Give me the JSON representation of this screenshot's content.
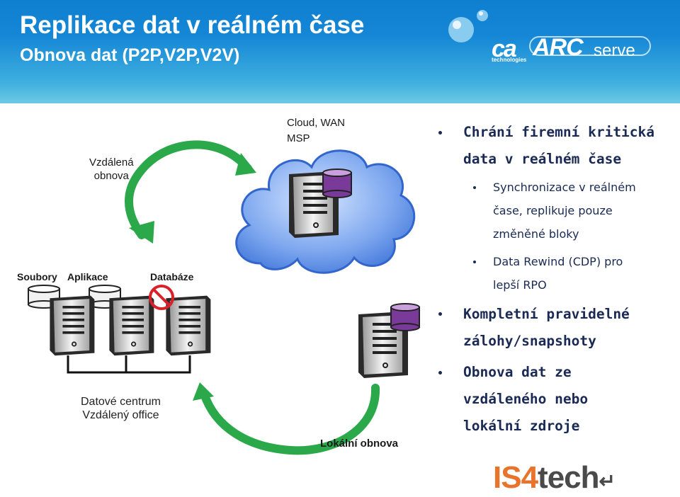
{
  "header": {
    "title": "Replikace dat v reálném čase",
    "subtitle": "Obnova dat  (P2P,V2P,V2V)",
    "logo_ca": "ca",
    "logo_ca_sub": "technologies",
    "logo_arc": "ARC",
    "logo_serve": "serve"
  },
  "diagram": {
    "remote_recovery": [
      "Vzdálená",
      "obnova"
    ],
    "cloud_label": [
      "Cloud, WAN",
      "MSP"
    ],
    "files": "Soubory",
    "apps": "Aplikace",
    "db": "Databáze",
    "datacenter": [
      "Datové centrum",
      "Vzdálený office"
    ],
    "local_recovery": "Lokální obnova"
  },
  "bullets": [
    {
      "level": 1,
      "lines": [
        "Chrání firemní kritická",
        "data v reálném čase"
      ]
    },
    {
      "level": 2,
      "lines": [
        "Synchronizace v reálném",
        "čase, replikuje pouze",
        "změněné bloky"
      ]
    },
    {
      "level": 2,
      "lines": [
        "Data Rewind (CDP) pro",
        "lepší RPO"
      ]
    },
    {
      "level": 1,
      "lines": [
        "Kompletní pravidelné",
        "zálohy/snapshoty"
      ]
    },
    {
      "level": 1,
      "lines": [
        "Obnova dat ze",
        "vzdáleného nebo",
        "lokální zdroje"
      ]
    }
  ],
  "footer": {
    "brand_a": "IS4",
    "brand_b": "tech"
  },
  "colors": {
    "header": "#1587d6",
    "arrow": "#2aa84a",
    "cloud": "#5a8fe0",
    "db": "#7a3a9a",
    "brand": "#e8732a"
  }
}
